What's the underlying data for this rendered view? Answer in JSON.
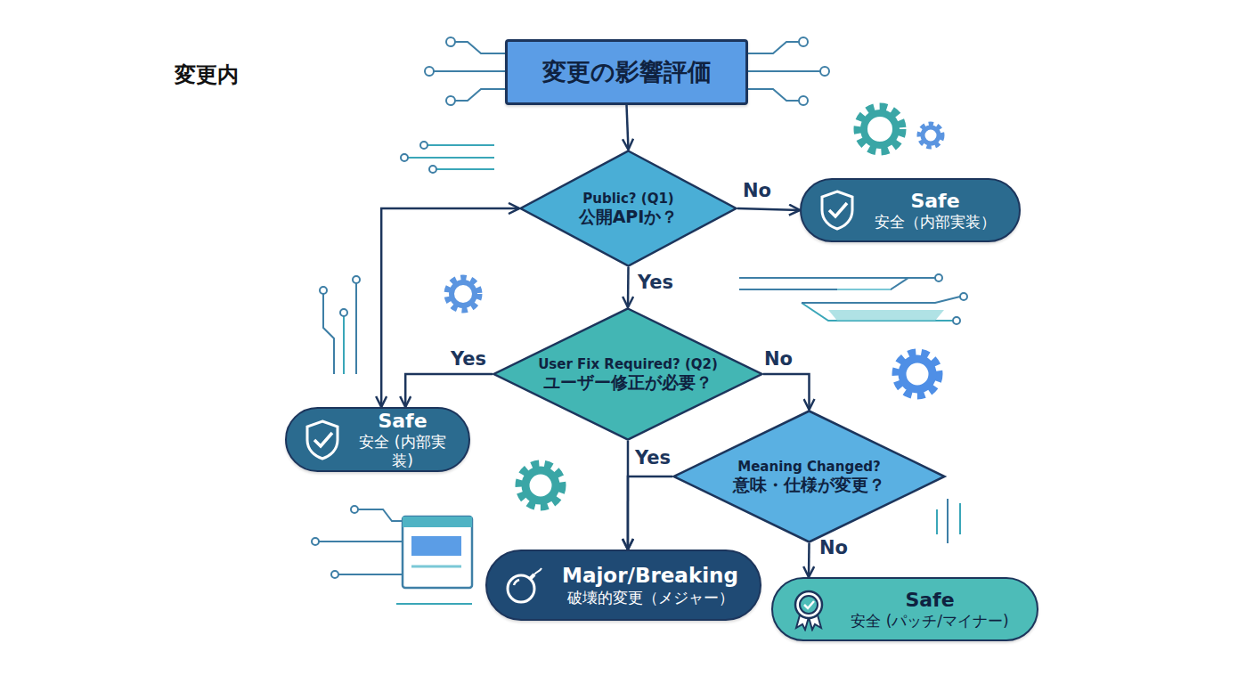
{
  "diagram": {
    "nodes": [
      {
        "text": [
          "変更の影響評価"
        ]
      },
      {
        "text": [
          "Public? (Q1)",
          "公開APIか？"
        ]
      },
      {
        "text": [
          "Safe",
          "安全（内部実装）"
        ]
      },
      {
        "text": [
          "User Fix Required? (Q2)",
          "ユーザー修正が必要？"
        ]
      },
      {
        "text": [
          "Safe",
          "安全 (内部実装)"
        ]
      },
      {
        "text": [
          "Meaning Changed?",
          "意味・仕様が変更？"
        ]
      },
      {
        "text": [
          "Major/Breaking",
          "破壊的変更（メジャー）"
        ]
      },
      {
        "text": [
          "Safe",
          "安全 (パッチ/マイナー)"
        ]
      }
    ],
    "edges": [
      {
        "from": 0,
        "to": 1,
        "arrow": "to"
      },
      {
        "from": 1,
        "to": 2,
        "arrow": "to",
        "label": "No"
      },
      {
        "from": 1,
        "to": 3,
        "arrow": "to",
        "label": "Yes"
      },
      {
        "from": 3,
        "to": 4,
        "arrow": "to",
        "label": "Yes"
      },
      {
        "from": 4,
        "to": 1,
        "arrow": "both"
      },
      {
        "from": 3,
        "to": 5,
        "arrow": "to",
        "label": "No"
      },
      {
        "from": 3,
        "to": 6,
        "arrow": "to"
      },
      {
        "from": 5,
        "to": 6,
        "arrow": "to",
        "label": "Yes"
      },
      {
        "from": 5,
        "to": 7,
        "arrow": "to",
        "label": "No"
      }
    ],
    "labels": [
      "変更内"
    ]
  }
}
